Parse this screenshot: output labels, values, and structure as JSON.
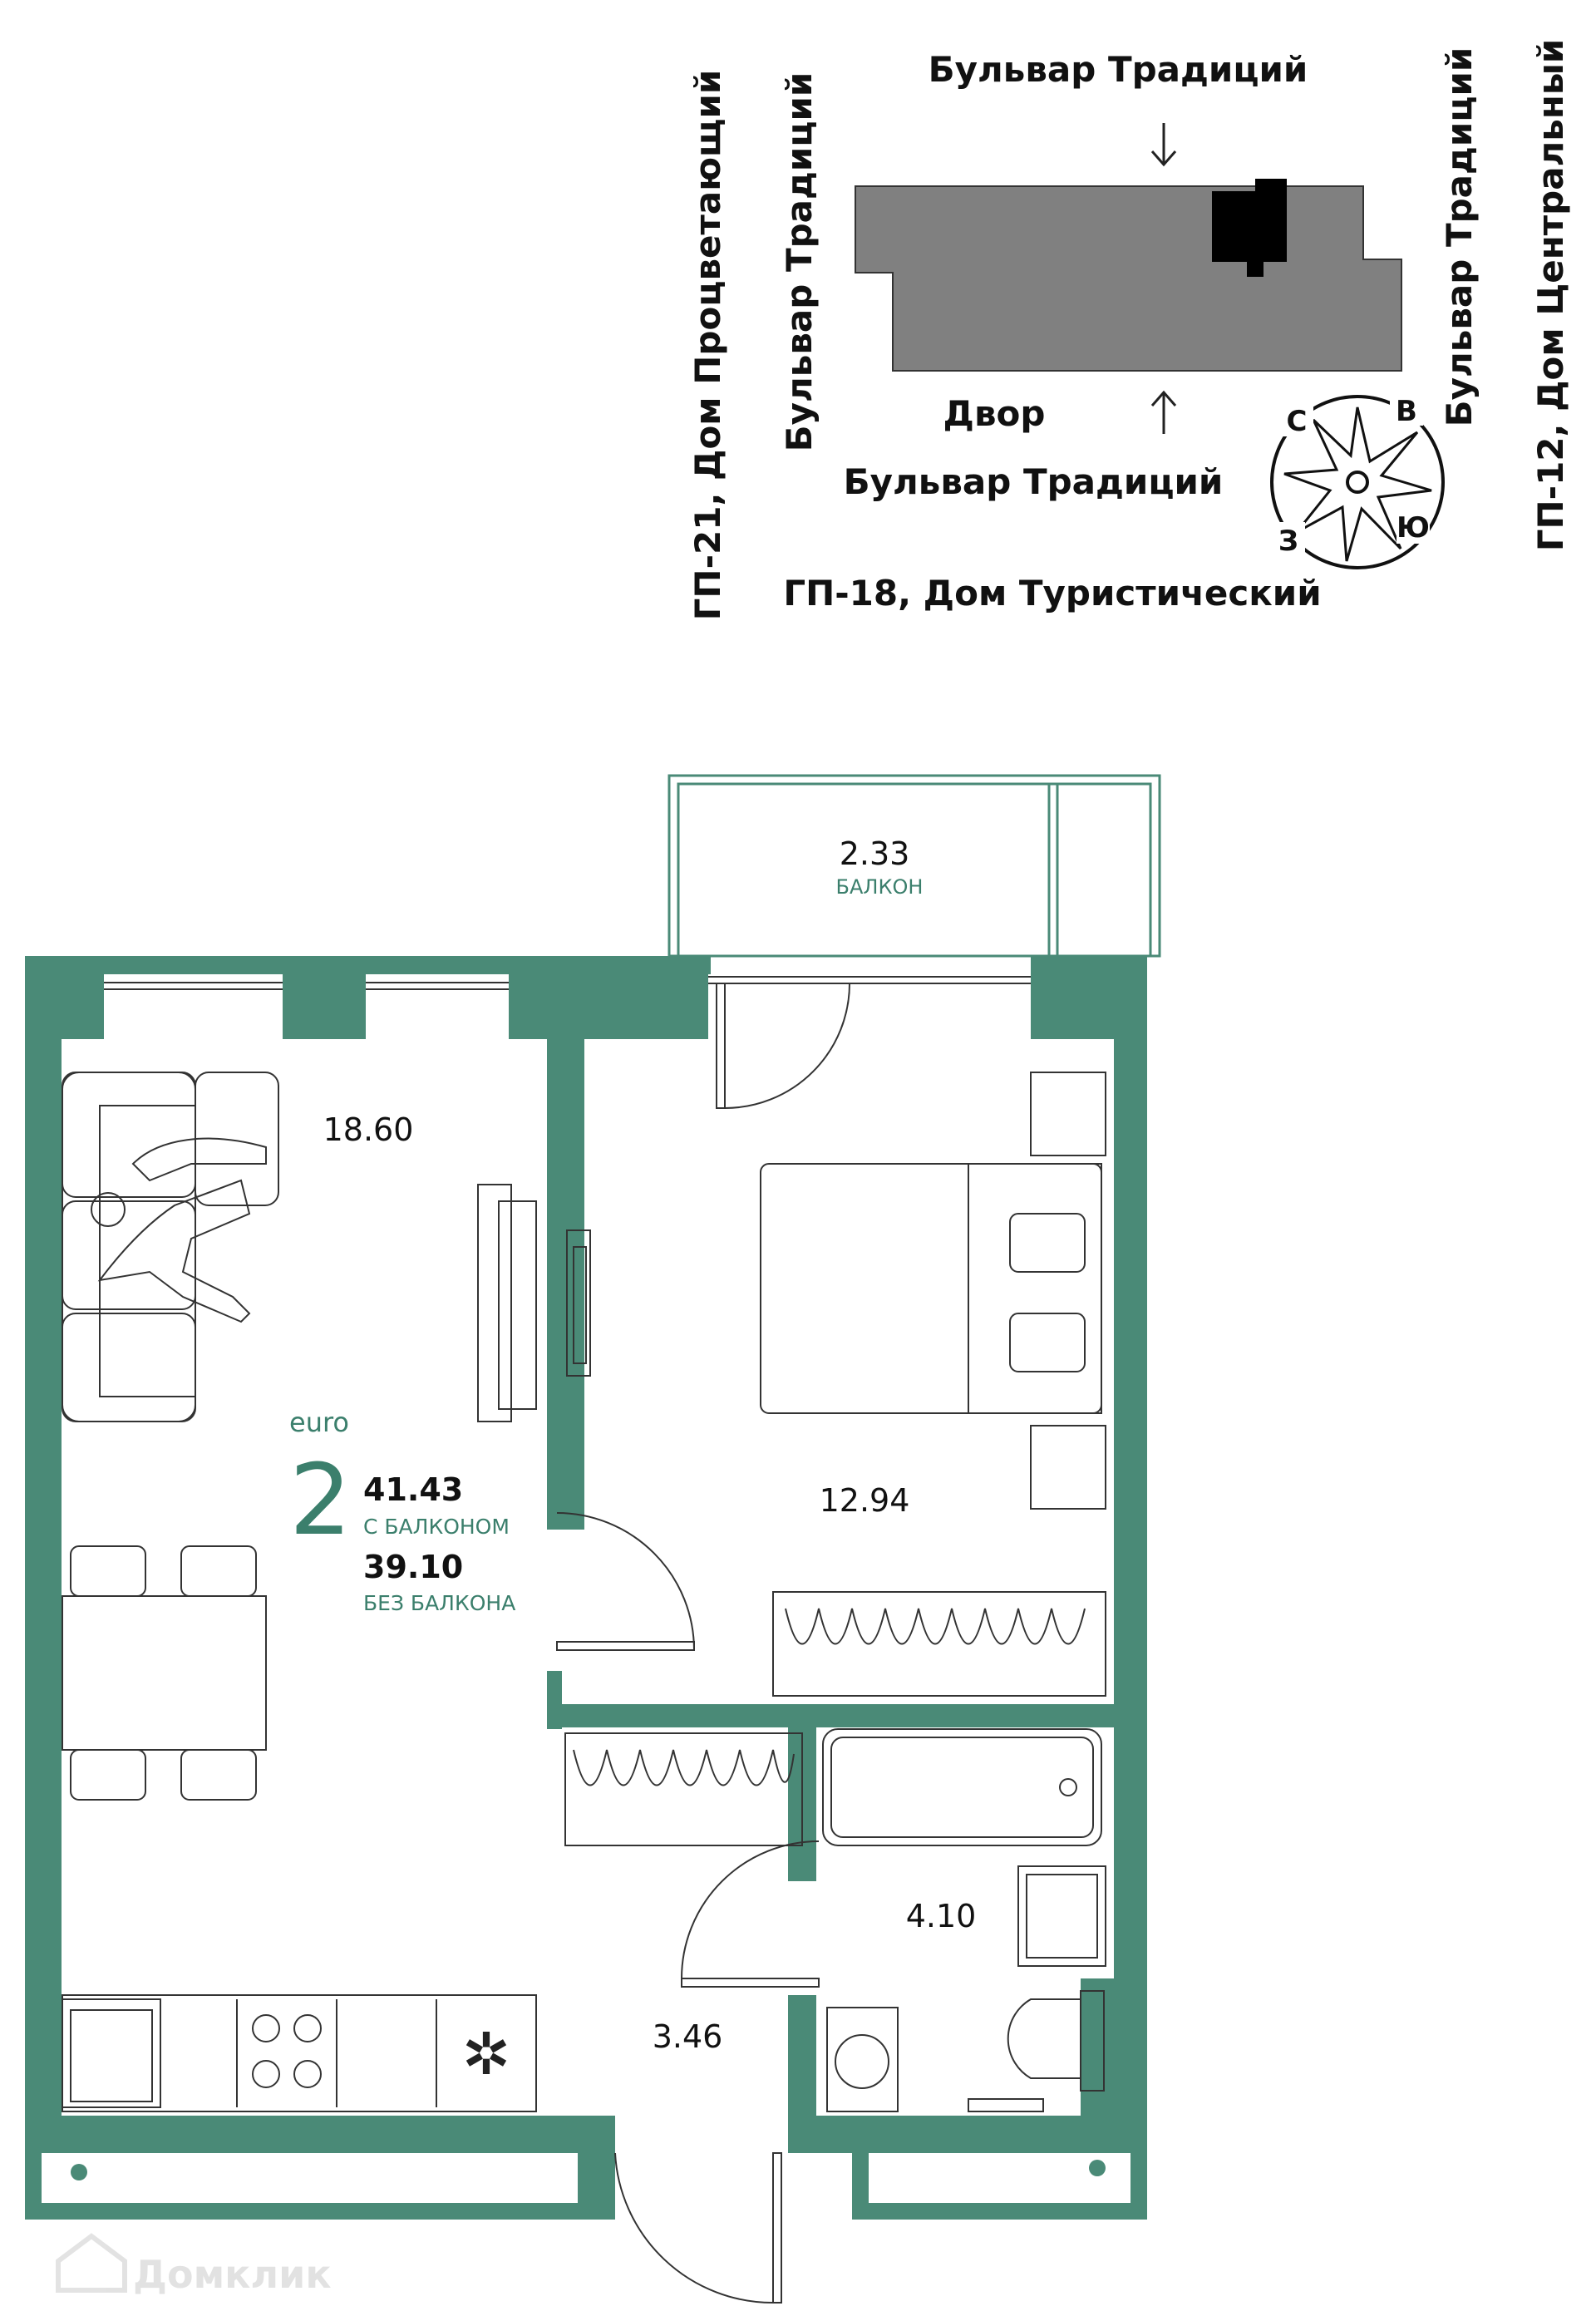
{
  "site_plan": {
    "top_street": "Бульвар Традиций",
    "bottom_street": "Бульвар Традиций",
    "courtyard": "Двор",
    "left_street": "Бульвар Традиций",
    "right_street": "Бульвар Традиций",
    "far_left": "ГП-21, Дом Процветающий",
    "far_right": "ГП-12, Дом Центральный",
    "bottom_neighbor": "ГП-18, Дом Туристический",
    "compass": {
      "n": "С",
      "e": "В",
      "s": "Ю",
      "w": "З"
    }
  },
  "apartment": {
    "type_label": "euro",
    "rooms": "2",
    "area_with_balcony": "41.43",
    "area_with_balcony_label": "С БАЛКОНОМ",
    "area_without_balcony": "39.10",
    "area_without_balcony_label": "БЕЗ БАЛКОНА"
  },
  "rooms": {
    "balcony_area": "2.33",
    "balcony_label": "БАЛКОН",
    "living_area": "18.60",
    "bedroom_area": "12.94",
    "bathroom_area": "4.10",
    "hall_area": "3.46"
  },
  "watermark": "Домклик",
  "colors": {
    "wall": "#4a8a77",
    "accent_text": "#3b7f6c",
    "building": "#808080"
  }
}
